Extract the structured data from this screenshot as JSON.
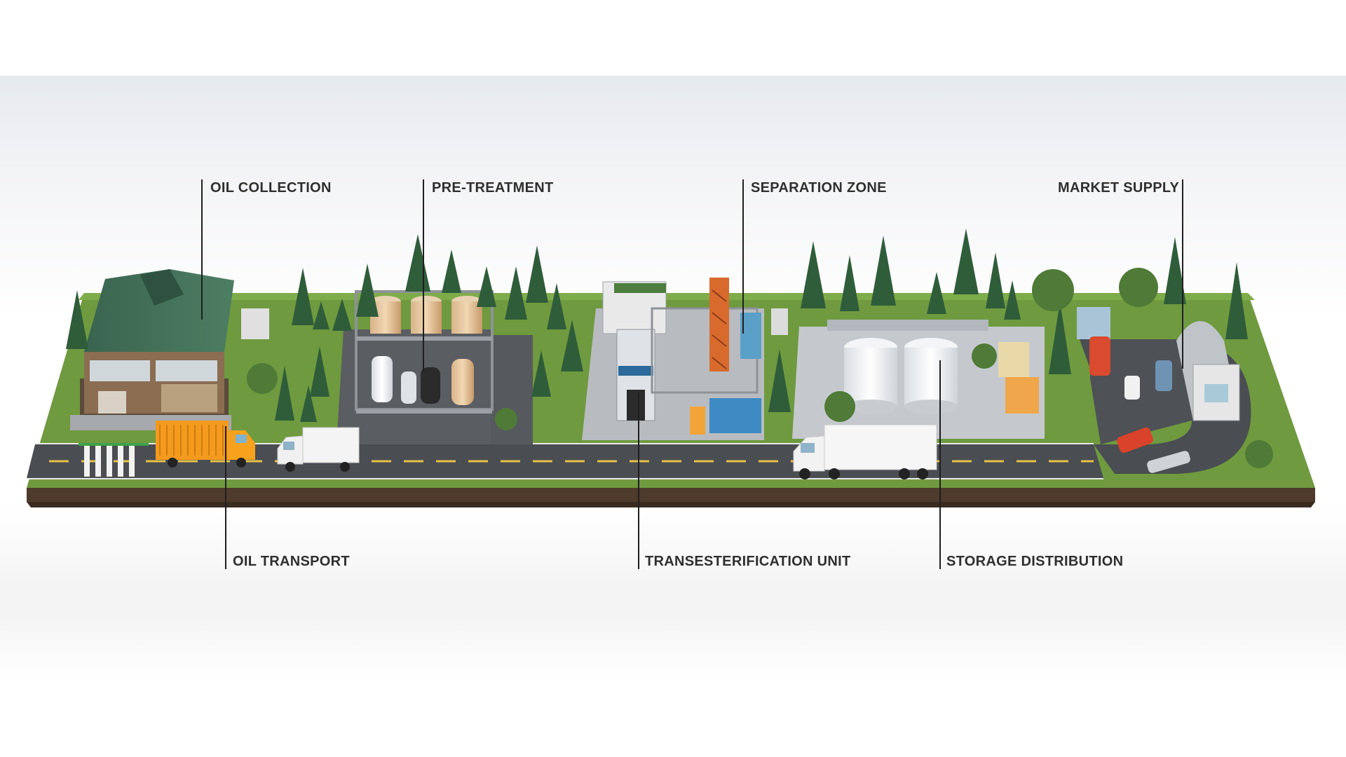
{
  "labels": {
    "oil_collection": "OIL COLLECTION",
    "pre_treatment": "PRE-TREATMENT",
    "separation_zone": "SEPARATION ZONE",
    "market_supply": "MARKET SUPPLY",
    "oil_transport": "OIL TRANSPORT",
    "transesterification_unit": "TRANSESTERIFICATION UNIT",
    "storage_distribution": "STORAGE DISTRIBUTION"
  },
  "colors": {
    "grass": "#6f9a3f",
    "road": "#4a4d52",
    "soil": "#4e3b2c",
    "roof": "#3f6b55",
    "truck_orange": "#f39a1f",
    "tree": "#2f5d3a"
  }
}
